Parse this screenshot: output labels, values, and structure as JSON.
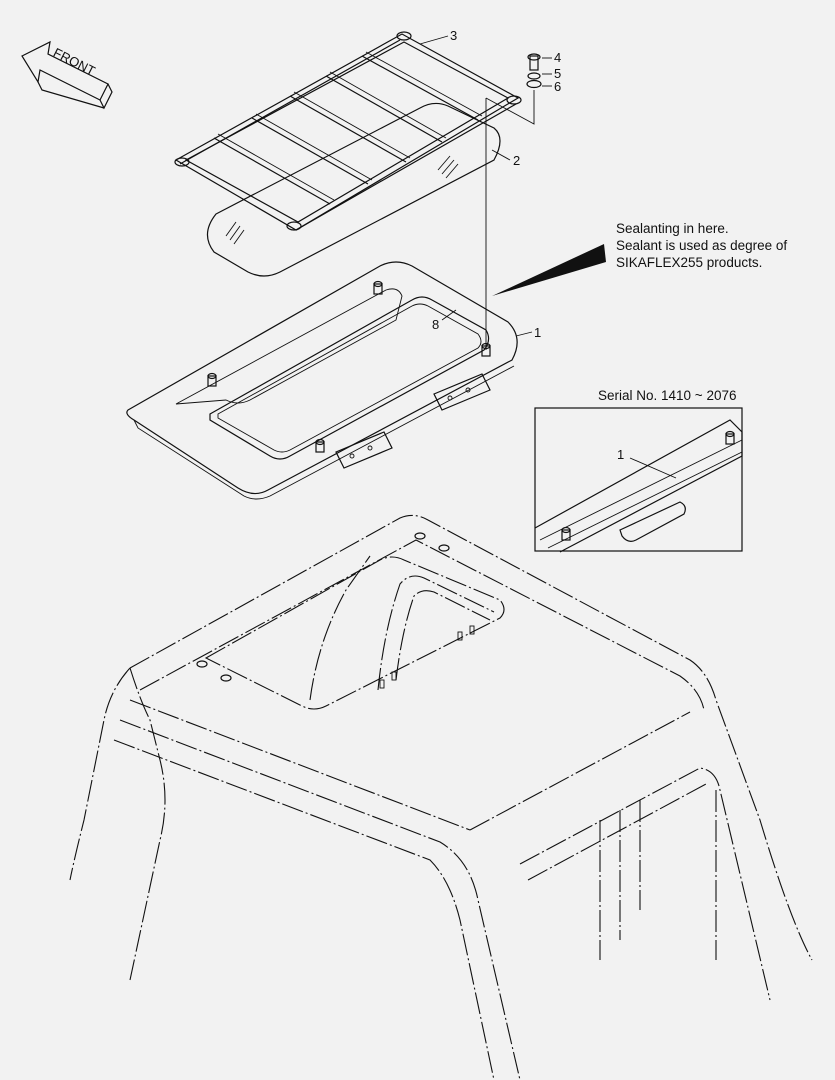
{
  "front_label": "FRONT",
  "callouts": {
    "c1": "1",
    "c2": "2",
    "c3": "3",
    "c4": "4",
    "c5": "5",
    "c6": "6",
    "c8": "8",
    "inset_c1": "1"
  },
  "note": {
    "line1": "Sealanting in here.",
    "line2": "Sealant is used as degree of",
    "line3": "SIKAFLEX255 products."
  },
  "serial_label": "Serial No. 1410 ~ 2076"
}
